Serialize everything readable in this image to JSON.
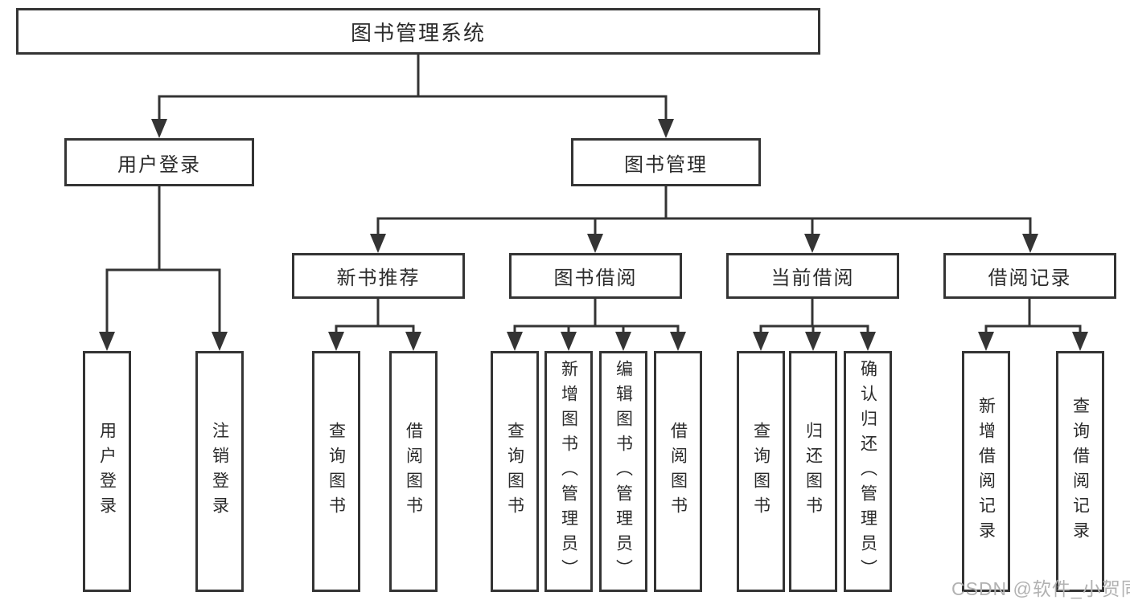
{
  "colors": {
    "line": "#343434",
    "box_border": "#343434",
    "text": "#2b2b2b",
    "background": "#ffffff",
    "watermark": "#b2b2b2"
  },
  "root": {
    "label": "图书管理系统"
  },
  "level2": [
    {
      "label": "用户登录"
    },
    {
      "label": "图书管理"
    }
  ],
  "level3": [
    {
      "label": "新书推荐"
    },
    {
      "label": "图书借阅"
    },
    {
      "label": "当前借阅"
    },
    {
      "label": "借阅记录"
    }
  ],
  "leaves": {
    "user_login": [
      "用户登录",
      "注销登录"
    ],
    "new_books": [
      "查询图书",
      "借阅图书"
    ],
    "borrowing": [
      "查询图书",
      "新增图书（管理员）",
      "编辑图书（管理员）",
      "借阅图书"
    ],
    "current": [
      "查询图书",
      "归还图书",
      "确认归还（管理员）"
    ],
    "records": [
      "新增借阅记录",
      "查询借阅记录"
    ]
  },
  "watermark": "CSDN @软件_小贺同学"
}
